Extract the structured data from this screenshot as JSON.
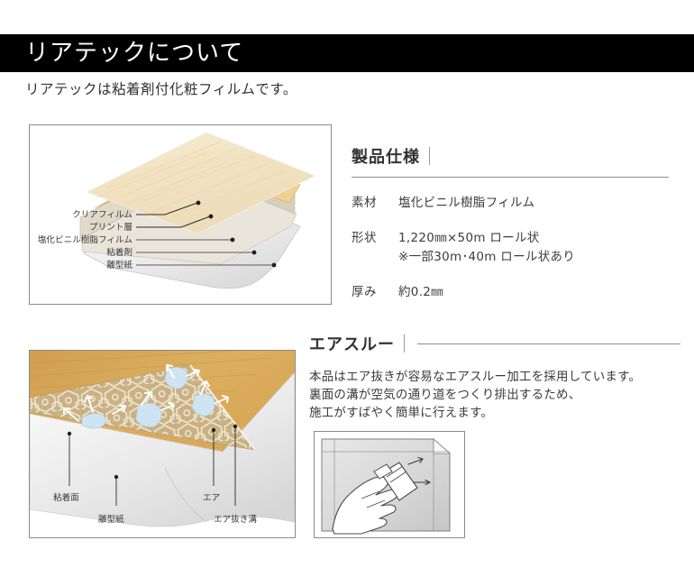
{
  "header": {
    "title": "リアテックについて",
    "subtitle": "リアテックは粘着剤付化粧フィルムです。",
    "band_color": "#000000",
    "title_color": "#ffffff"
  },
  "figures": {
    "layers": {
      "name": "layer-structure-diagram",
      "labels": [
        "クリアフィルム",
        "プリント層",
        "塩化ビニル樹脂フィルム",
        "粘着剤",
        "離型紙"
      ],
      "colors": {
        "clear_film": "#f6ecd4",
        "print_layer": "#e8c27a",
        "vinyl_film": "#ded7c4",
        "adhesive": "#e9e6dc",
        "release_paper": "#f4f4f4",
        "wood_top": "#f2e3c4",
        "edge": "#c9bda0"
      }
    },
    "airthrough": {
      "name": "air-through-diagram",
      "labels": [
        "粘着面",
        "離型紙",
        "エア",
        "エア抜き溝"
      ],
      "colors": {
        "wood": "#d8a85a",
        "honeycomb": "#c9b183",
        "honeycomb_line": "#efe6d2",
        "air_bubble": "#cfe4f2",
        "release_paper": "#e6e6e6"
      }
    },
    "application": {
      "name": "squeegee-application-photo",
      "colors": {
        "panel": "#d9d9d9",
        "line": "#555555"
      }
    }
  },
  "spec_section": {
    "heading": "製品仕様",
    "rows": [
      {
        "label": "素材",
        "value": "塩化ビニル樹脂フィルム",
        "note": ""
      },
      {
        "label": "形状",
        "value": "1,220㎜×50m ロール状",
        "note": "※一部30m･40m ロール状あり"
      },
      {
        "label": "厚み",
        "value": "約0.2㎜",
        "note": ""
      }
    ]
  },
  "airthrough_section": {
    "heading": "エアスルー",
    "body_lines": [
      "本品はエア抜きが容易なエアスルー加工を採用しています。",
      "裏面の溝が空気の通り道をつくり排出するため、",
      "施工がすばやく簡単に行えます。"
    ]
  }
}
